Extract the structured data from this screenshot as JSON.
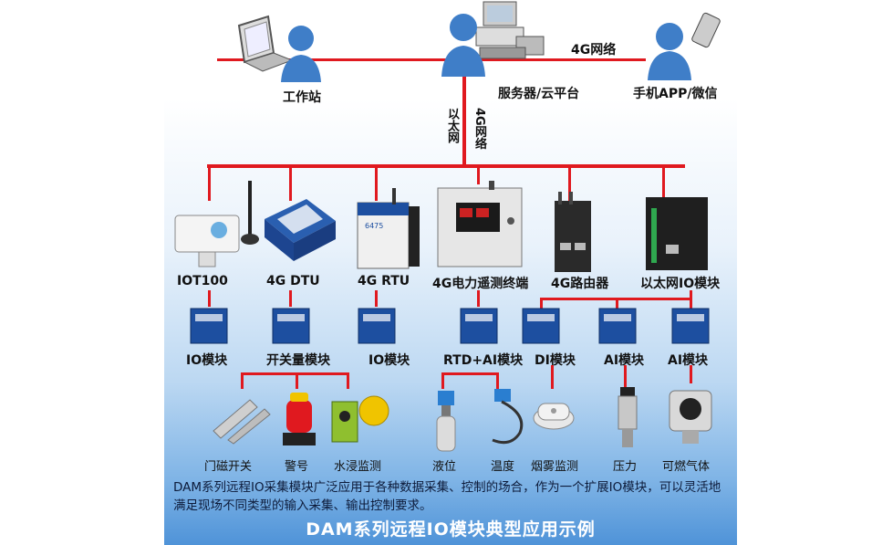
{
  "top": {
    "workstation": "工作站",
    "server": "服务器/云平台",
    "network_4g": "4G网络",
    "mobile": "手机APP/微信",
    "ethernet": "以太网",
    "network_4g_vertical": "4G网络"
  },
  "gateways": [
    "IOT100",
    "4G DTU",
    "4G RTU",
    "4G电力遥测终端",
    "4G路由器",
    "以太网IO模块"
  ],
  "gateway_devices": {
    "rtu_text": "6475"
  },
  "modules": [
    "IO模块",
    "开关量模块",
    "IO模块",
    "RTD+AI模块",
    "DI模块",
    "AI模块",
    "AI模块"
  ],
  "sensors": [
    "门磁开关",
    "警号",
    "水浸监测",
    "液位",
    "温度",
    "烟雾监测",
    "压力",
    "可燃气体"
  ],
  "description": "DAM系列远程IO采集模块广泛应用于各种数据采集、控制的场合，作为一个扩展IO模块，可以灵活地满足现场不同类型的输入采集、输出控制要求。",
  "footer": "DAM系列远程IO模块典型应用示例",
  "colors": {
    "bus": "#e0191f",
    "module_blue": "#1d4fa0",
    "panel_bottom": "#4f93d8"
  }
}
